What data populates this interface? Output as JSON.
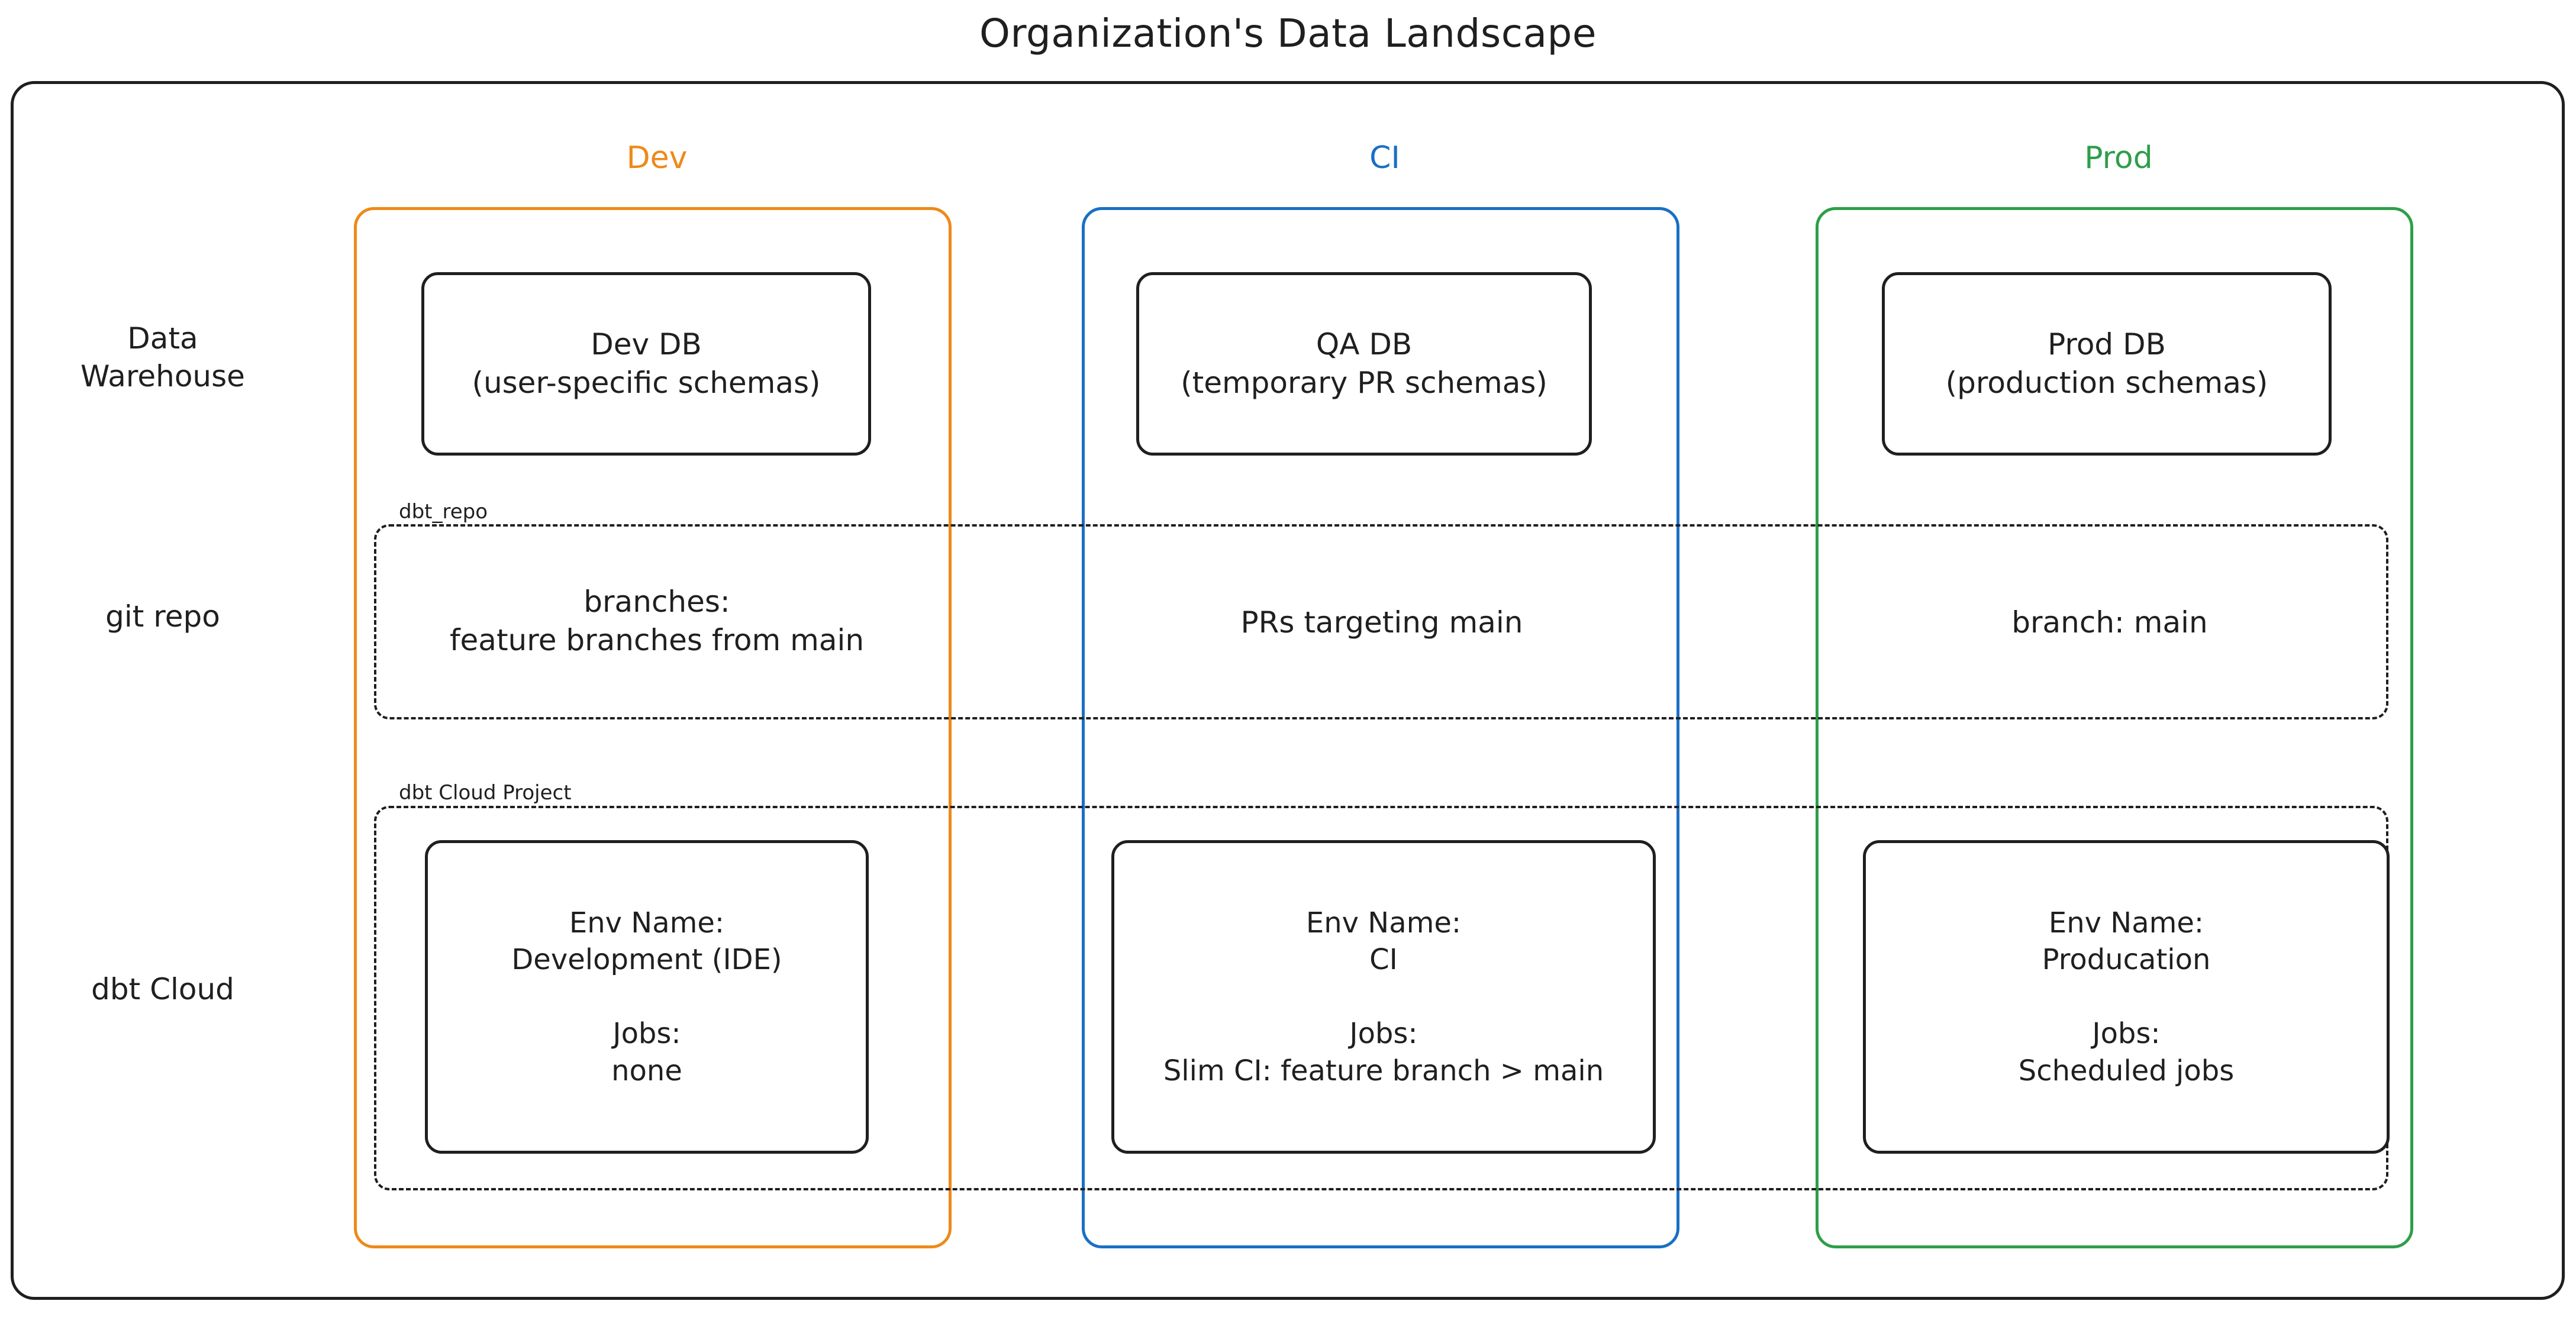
{
  "title": "Organization's Data Landscape",
  "colors": {
    "dev": "#ED8A19",
    "ci": "#1A6FC4",
    "prod": "#2E9E4A",
    "stroke": "#1f1f1f",
    "background": "#ffffff"
  },
  "rows": {
    "data_warehouse_label": "Data\nWarehouse",
    "git_repo_label": "git repo",
    "dbt_cloud_label": "dbt Cloud"
  },
  "environments": {
    "dev": {
      "header": "Dev"
    },
    "ci": {
      "header": "CI"
    },
    "prod": {
      "header": "Prod"
    }
  },
  "bands": {
    "git": {
      "label": "dbt_repo"
    },
    "cloud": {
      "label": "dbt Cloud Project"
    }
  },
  "nodes": {
    "dev_db": "Dev DB\n(user-specific schemas)",
    "qa_db": "QA DB\n(temporary PR schemas)",
    "prod_db": "Prod DB\n(production schemas)",
    "dev_git": "branches:\nfeature branches from main",
    "ci_git": "PRs targeting main",
    "prod_git": "branch: main",
    "dev_cloud": "Env Name:\nDevelopment (IDE)\n\nJobs:\nnone",
    "ci_cloud": "Env Name:\nCI\n\nJobs:\nSlim CI: feature branch > main",
    "prod_cloud": "Env Name:\nProducation\n\nJobs:\nScheduled jobs"
  }
}
